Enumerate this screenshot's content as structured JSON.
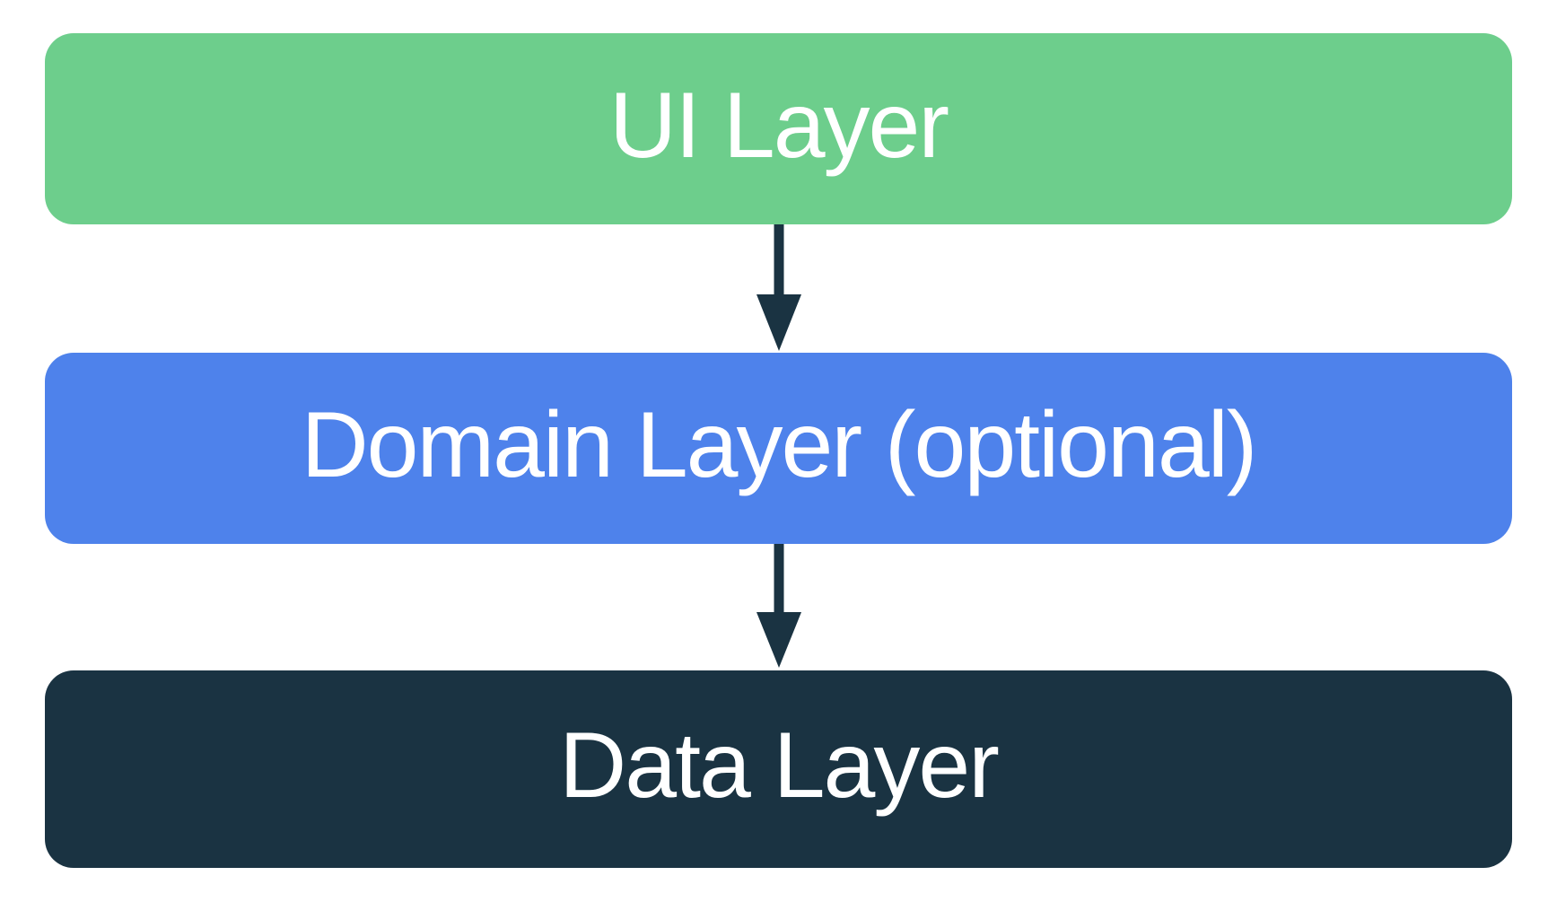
{
  "background_color": "#FFFFFF",
  "diagram": {
    "type": "layered-architecture-flow",
    "direction": "top-to-bottom",
    "layers": [
      {
        "id": "ui-layer",
        "label": "UI Layer",
        "fill": "#6DCE8C",
        "text_color": "#FFFFFF"
      },
      {
        "id": "domain-layer",
        "label": "Domain Layer (optional)",
        "fill": "#4E82EB",
        "text_color": "#FFFFFF"
      },
      {
        "id": "data-layer",
        "label": "Data Layer",
        "fill": "#1A3342",
        "text_color": "#FFFFFF"
      }
    ],
    "arrows": [
      {
        "id": "arrow-ui-to-domain",
        "from": "ui-layer",
        "to": "domain-layer",
        "color": "#1A3342"
      },
      {
        "id": "arrow-domain-to-data",
        "from": "domain-layer",
        "to": "data-layer",
        "color": "#1A3342"
      }
    ]
  }
}
